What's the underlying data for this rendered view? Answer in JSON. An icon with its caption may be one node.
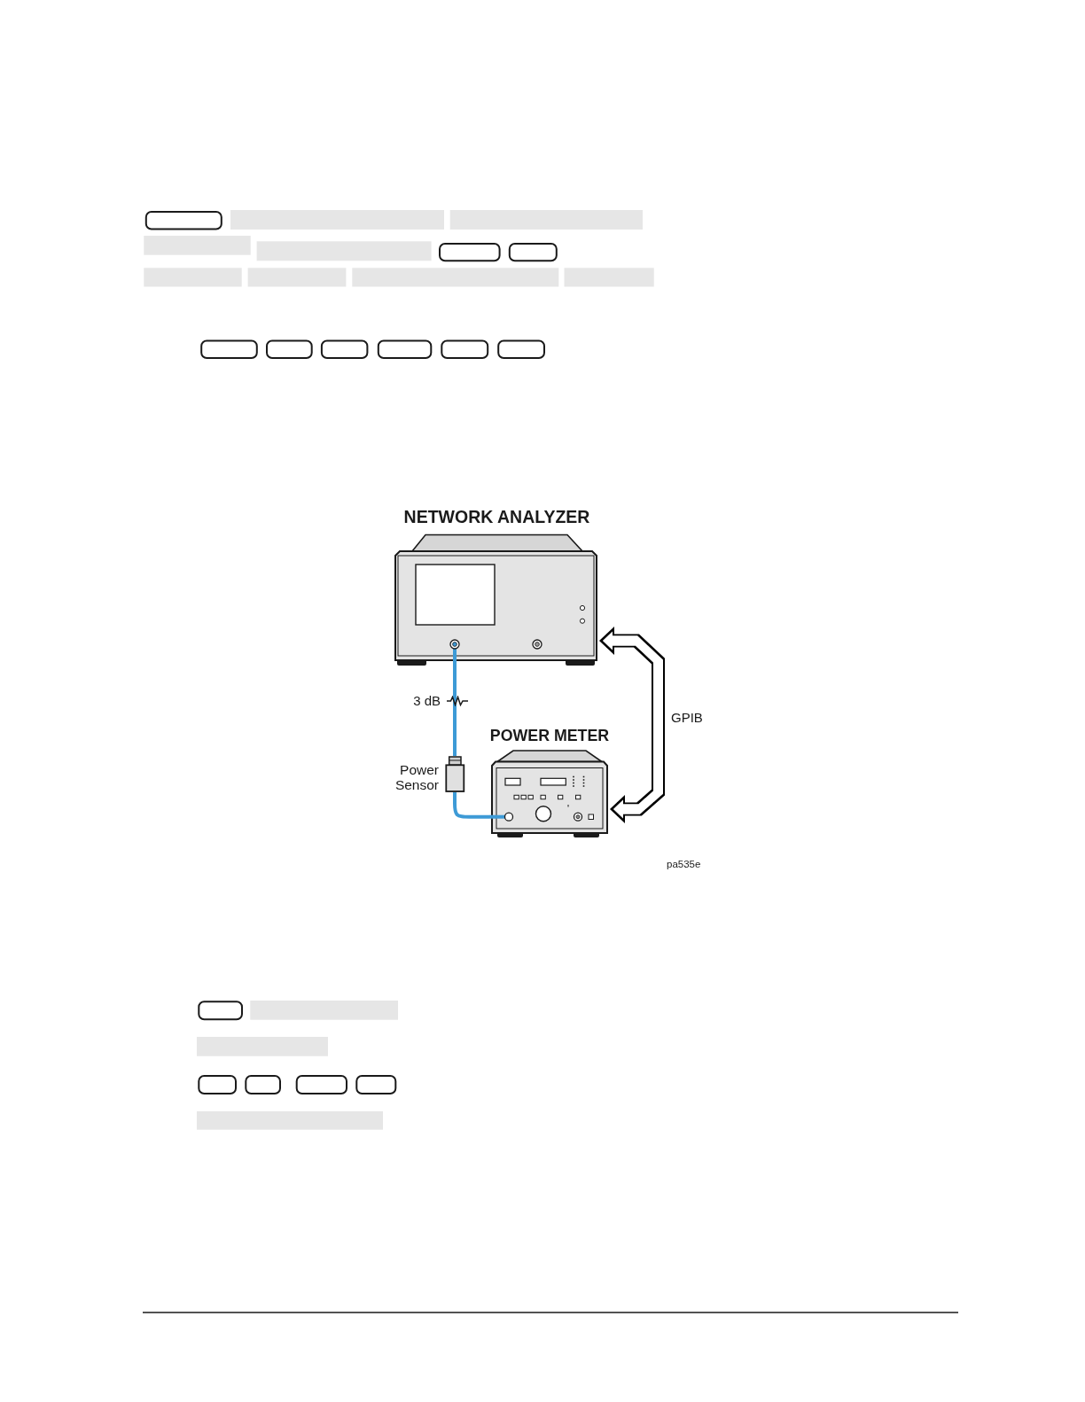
{
  "diagram": {
    "nodes": [
      {
        "text": [
          "NETWORK ANALYZER"
        ]
      },
      {
        "text": [
          "POWER METER"
        ]
      },
      {
        "text": [
          "Power Sensor"
        ]
      }
    ],
    "edges": [
      {
        "from": 0,
        "to": 2,
        "arrow": "none",
        "label": "3 dB"
      },
      {
        "from": 2,
        "to": 1,
        "arrow": "none"
      },
      {
        "from": 0,
        "to": 1,
        "arrow": "both",
        "label": "GPIB",
        "style": "thick",
        "color": "#000000"
      }
    ],
    "labels": [
      "pa535e"
    ]
  }
}
